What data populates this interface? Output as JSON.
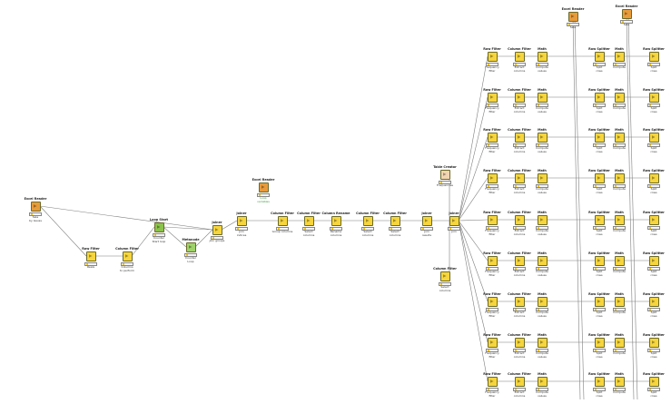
{
  "colors": {
    "manipulator": "#f6d53d",
    "source": "#e89b3a",
    "sink": "#f1d4b0",
    "flow": "#8bc34a",
    "edge": "#7f7f7f"
  },
  "nodes": [
    {
      "id": "n1",
      "type": "source",
      "title": "Excel Reader",
      "desc": "Sale\nby Gauss"
    },
    {
      "id": "n2",
      "type": "manip",
      "title": "Row Filter",
      "desc": "Reals"
    },
    {
      "id": "n3",
      "type": "manip",
      "title": "Column Filter",
      "desc": "Columns\nto perform"
    },
    {
      "id": "n4",
      "type": "flow",
      "title": "Loop Start",
      "desc": "Counter\nStart loop"
    },
    {
      "id": "n5",
      "type": "meta",
      "title": "Metanode",
      "desc": "Counter\nLoop"
    },
    {
      "id": "n6",
      "type": "manip",
      "title": "Joiner",
      "desc": "Join groups"
    },
    {
      "id": "n7",
      "type": "manip",
      "title": "Joiner",
      "desc": "Join\nindices"
    },
    {
      "id": "n8",
      "type": "source",
      "title": "Excel Reader",
      "desc": "Loop\nvariables"
    },
    {
      "id": "n9",
      "type": "manip",
      "title": "Column Filter",
      "desc": "Group columns"
    },
    {
      "id": "n10",
      "type": "manip",
      "title": "Column Filter",
      "desc": "Select\ncolumns"
    },
    {
      "id": "n11",
      "type": "manip",
      "title": "Column Rename",
      "desc": "Rename\ncolumns"
    },
    {
      "id": "n12",
      "type": "manip",
      "title": "Column Filter",
      "desc": "Select\ncolumns"
    },
    {
      "id": "n13",
      "type": "manip",
      "title": "Column Filter",
      "desc": "Select\ncolumns"
    },
    {
      "id": "n14",
      "type": "manip",
      "title": "Joiner",
      "desc": "Join\nresults"
    },
    {
      "id": "n15",
      "type": "sink",
      "title": "Table Creator",
      "desc": "Frequencies"
    },
    {
      "id": "n16",
      "type": "manip",
      "title": "Joiner",
      "desc": "Join"
    },
    {
      "id": "n17",
      "type": "manip",
      "title": "Column Filter",
      "desc": "Select\ncolumns"
    },
    {
      "id": "n18",
      "type": "source",
      "title": "Excel Reader",
      "desc": "Sale"
    },
    {
      "id": "n19",
      "type": "source",
      "title": "Excel Reader",
      "desc": "Sale"
    }
  ],
  "row_nodes": {
    "c1_title": "Row Filter",
    "c1_desc": "Frequency\nfilter",
    "c2_title": "Column Filter",
    "c2_desc": "Extract\ncolumns",
    "c3_title": "Math",
    "c3_desc": "Compute\nvalues",
    "c4_title": "Row Splitter",
    "c4_desc": "Split\nrows",
    "c5_title": "Math",
    "c5_desc": "Compute",
    "c6_title": "Row Splitter",
    "c6_desc": "Split\nrows"
  }
}
